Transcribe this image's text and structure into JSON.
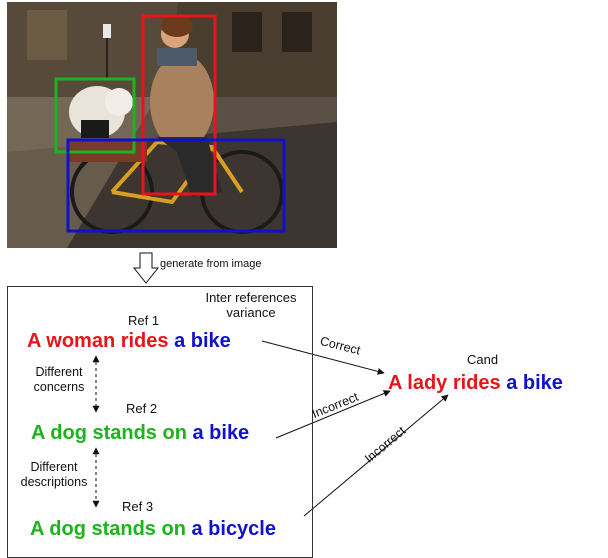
{
  "generate_label": "generate from image",
  "box_title": "Inter references\nvariance",
  "refs": [
    {
      "label": "Ref 1",
      "subject": "A woman rides",
      "object": "a bike"
    },
    {
      "label": "Ref 2",
      "subject": "A dog stands on",
      "object": "a bike"
    },
    {
      "label": "Ref 3",
      "subject": "A dog stands on",
      "object": "a bicycle"
    }
  ],
  "candidate": {
    "label": "Cand",
    "subject": "A lady rides",
    "object": "a bike"
  },
  "notes": {
    "concerns": "Different\nconcerns",
    "descriptions": "Different\ndescriptions"
  },
  "arrows": {
    "ref1": "Correct",
    "ref2": "Incorrect",
    "ref3": "Incorrect"
  },
  "colors": {
    "subject_red": "#e8141a",
    "subject_green": "#1db31d",
    "object_blue": "#1111cc",
    "box_red": "#e8141a",
    "box_green": "#1db31d",
    "box_blue": "#1111cc"
  }
}
